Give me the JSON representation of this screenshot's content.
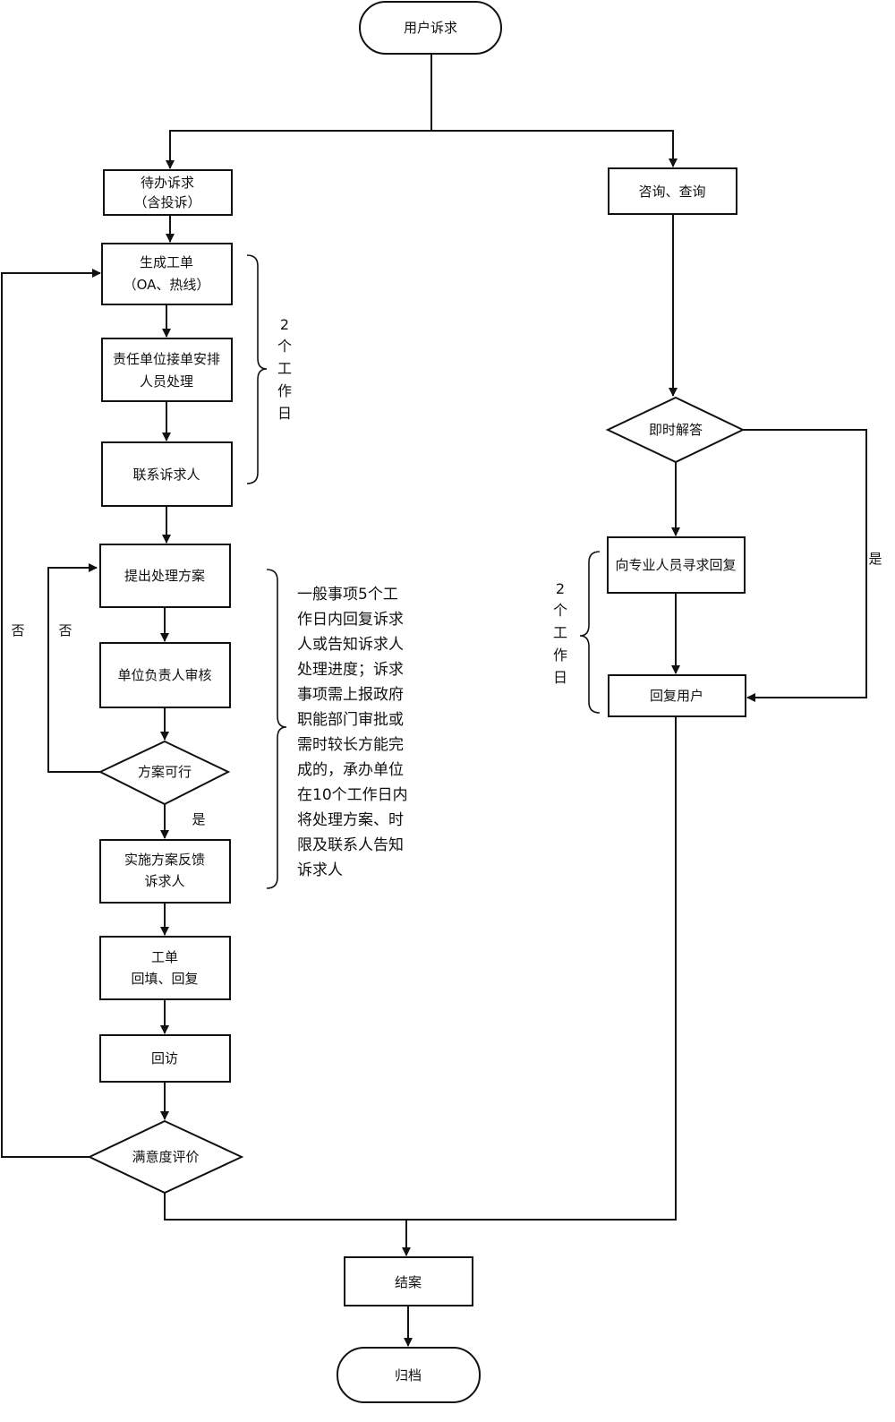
{
  "nodes": {
    "start": "用户诉求",
    "pending": [
      "待办诉求",
      "（含投诉）"
    ],
    "consult": "咨询、查询",
    "create_order": [
      "生成工单",
      "（OA、热线）"
    ],
    "assign": [
      "责任单位接单安排",
      "人员处理"
    ],
    "contact": "联系诉求人",
    "propose": "提出处理方案",
    "review": "单位负责人审核",
    "feasible": "方案可行",
    "implement": [
      "实施方案反馈",
      "诉求人"
    ],
    "fill_back": [
      "工单",
      "回填、回复"
    ],
    "revisit": "回访",
    "satisfaction": "满意度评价",
    "close": "结案",
    "archive": "归档",
    "instant": "即时解答",
    "seek_expert": "向专业人员寻求回复",
    "reply_user": "回复用户"
  },
  "labels": {
    "yes_feasible": "是",
    "no_feasible": "否",
    "no_satisfaction": "否",
    "yes_instant": "是"
  },
  "brace_notes": {
    "left_days": [
      "2",
      "个",
      "工",
      "作",
      "日"
    ],
    "right_days": [
      "2",
      "个",
      "工",
      "作",
      "日"
    ],
    "rule_lines": [
      "一般事项5个工",
      "作日内回复诉求",
      "人或告知诉求人",
      "处理进度；诉求",
      "事项需上报政府",
      "职能部门审批或",
      "需时较长方能完",
      "成的，承办单位",
      "在10个工作日内",
      "将处理方案、时",
      "限及联系人告知",
      "诉求人"
    ]
  }
}
